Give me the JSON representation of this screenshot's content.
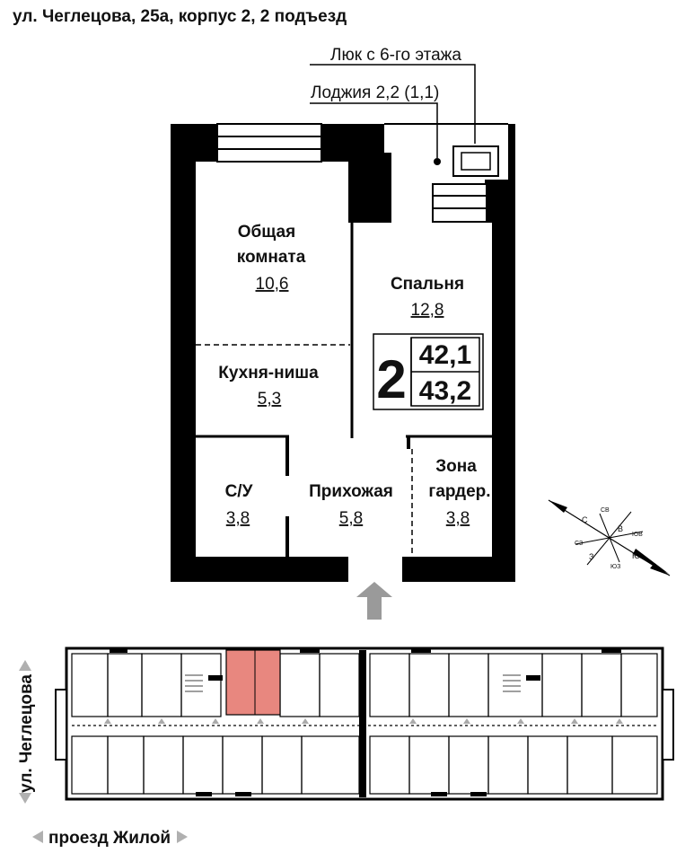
{
  "address": "ул. Чеглецова, 25а, корпус 2, 2 подъезд",
  "callouts": {
    "hatch": "Люк с 6-го этажа",
    "loggia": "Лоджия 2,2 (1,1)"
  },
  "rooms": {
    "living": {
      "name_line1": "Общая",
      "name_line2": "комната",
      "area": "10,6"
    },
    "bedroom": {
      "name": "Спальня",
      "area": "12,8"
    },
    "kitchen": {
      "name": "Кухня-ниша",
      "area": "5,3"
    },
    "bathroom": {
      "name": "С/У",
      "area": "3,8"
    },
    "hallway": {
      "name": "Прихожая",
      "area": "5,8"
    },
    "wardrobe": {
      "name_line1": "Зона",
      "name_line2": "гардер.",
      "area": "3,8"
    }
  },
  "apartment": {
    "rooms_count": "2",
    "living_area": "42,1",
    "total_area": "43,2"
  },
  "compass": {
    "n": "С",
    "ne": "СВ",
    "e": "В",
    "se": "ЮВ",
    "s": "Ю",
    "sw": "ЮЗ",
    "w": "З",
    "nw": "СЗ"
  },
  "streets": {
    "side": "ул. Чеглецова",
    "bottom": "проезд Жилой"
  },
  "colors": {
    "wall": "#000000",
    "highlight": "#e8877f",
    "entrance_arrow": "#9a9a9a",
    "street_arrow": "#b0b0b0"
  }
}
